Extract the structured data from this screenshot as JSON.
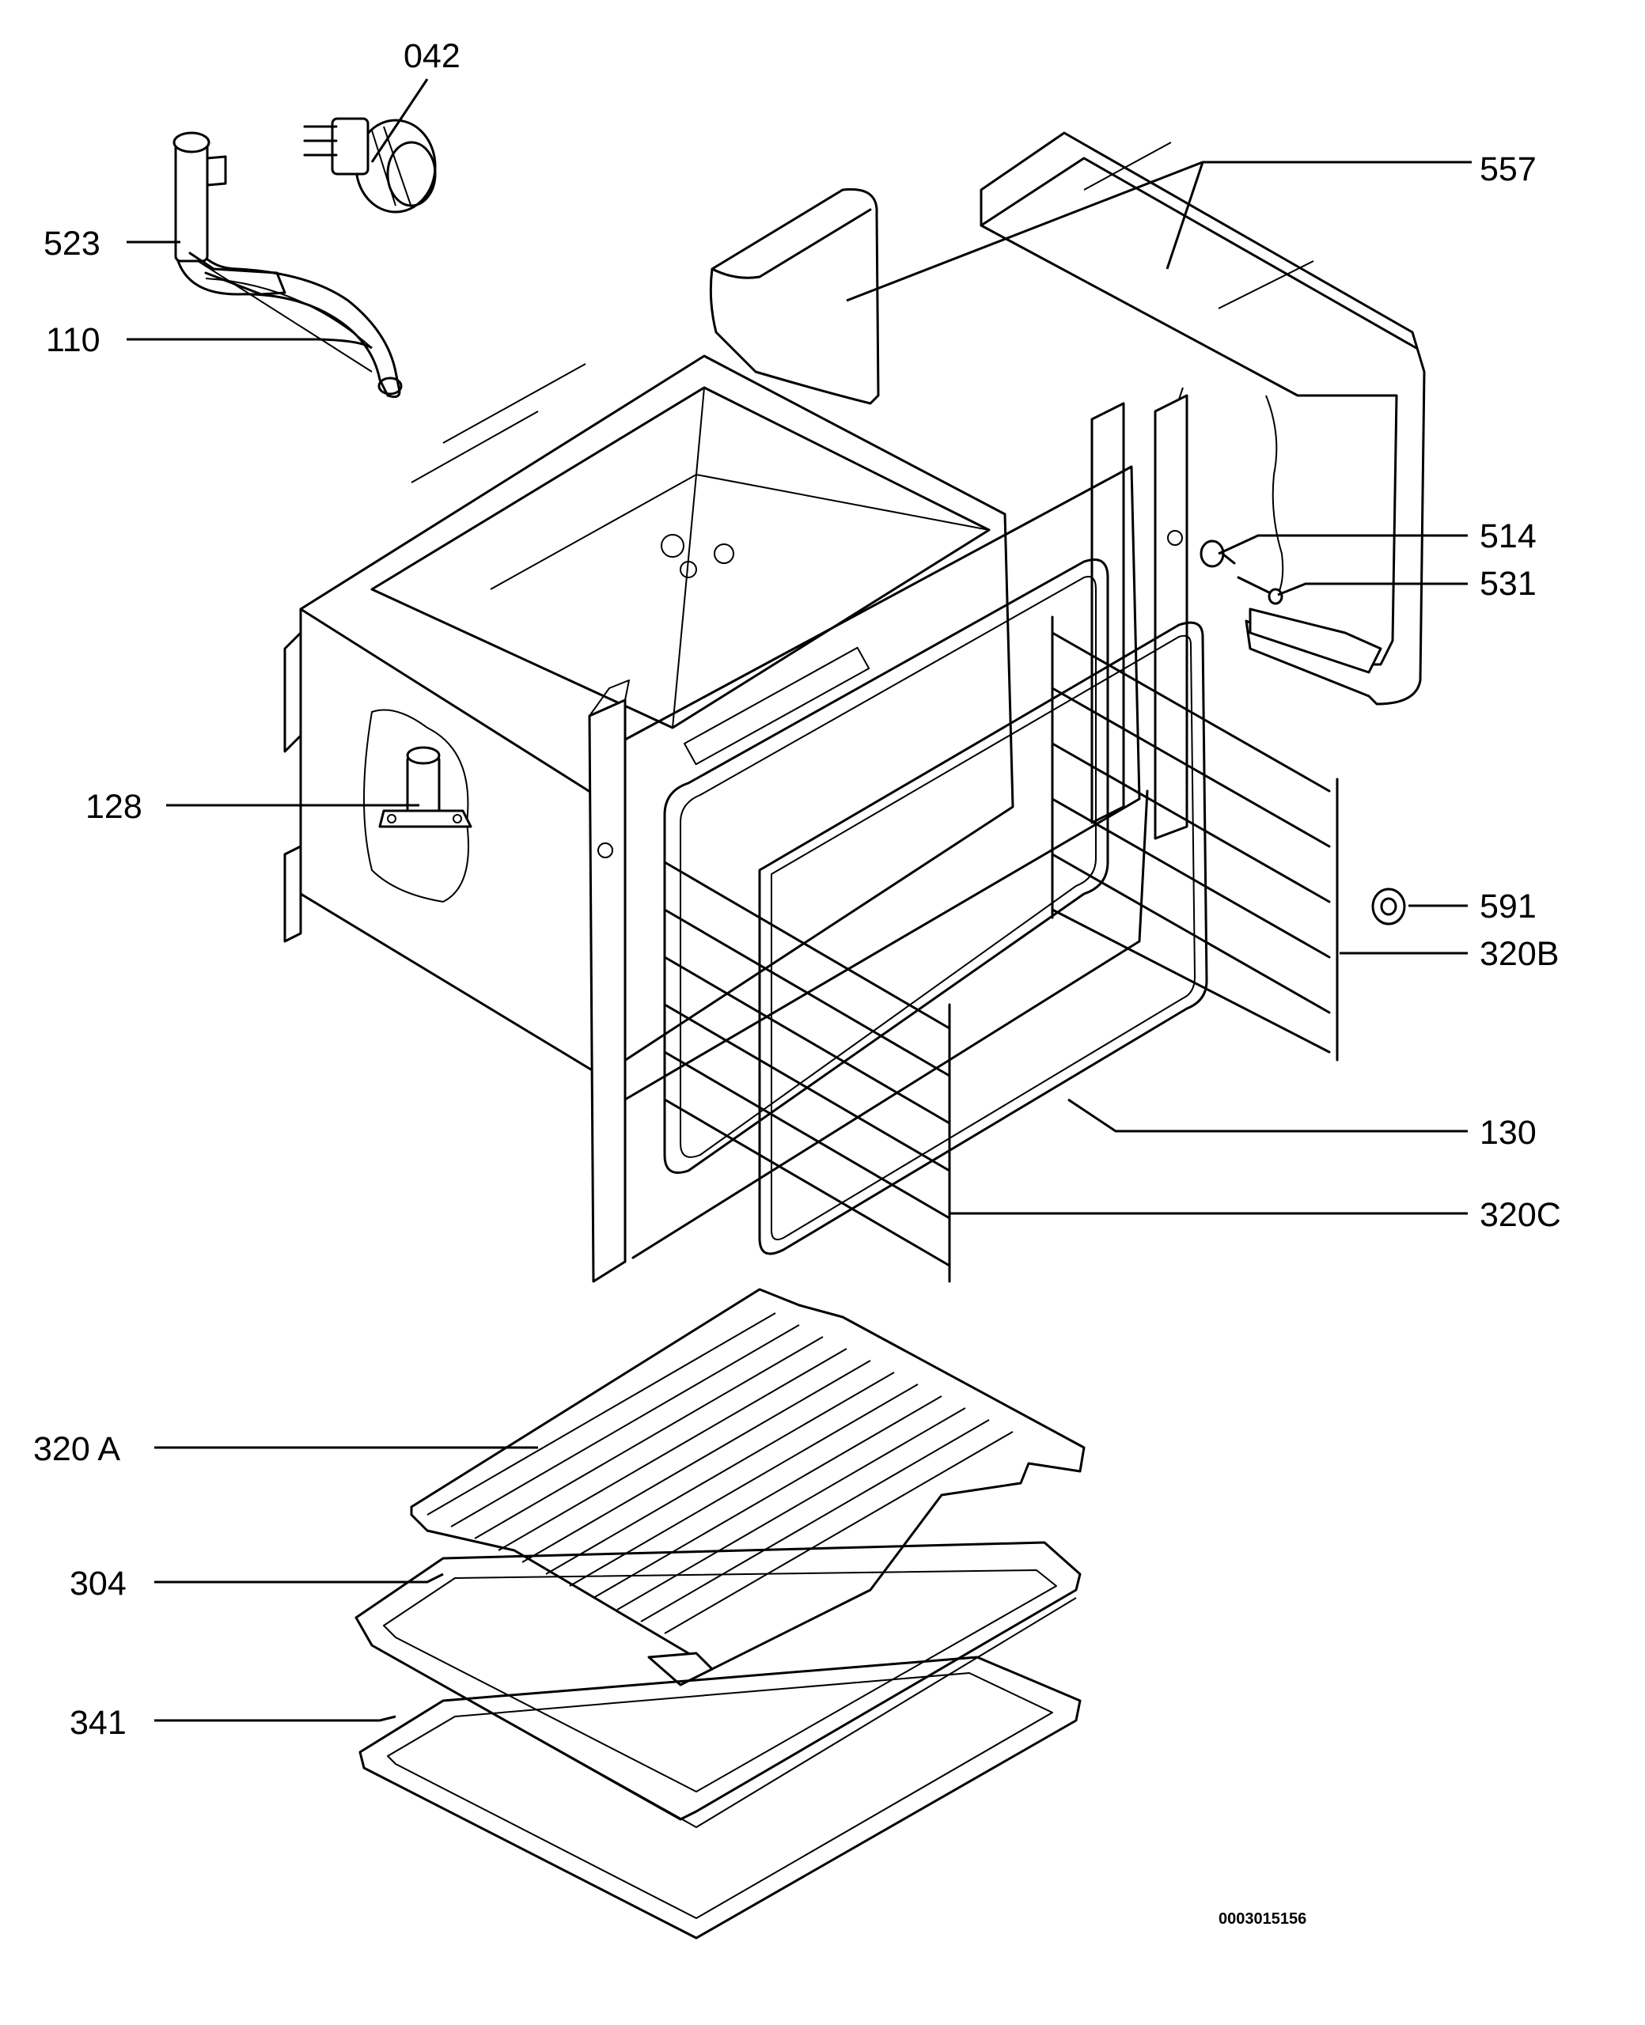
{
  "colors": {
    "ink": "#000000",
    "paper": "#ffffff"
  },
  "labels": {
    "p042": "042",
    "p523": "523",
    "p110": "110",
    "p557": "557",
    "p514": "514",
    "p531": "531",
    "p128": "128",
    "p591": "591",
    "p320b": "320B",
    "p130": "130",
    "p320c": "320C",
    "p320a": "320 A",
    "p304": "304",
    "p341": "341"
  },
  "drawing_number": "0003015156"
}
